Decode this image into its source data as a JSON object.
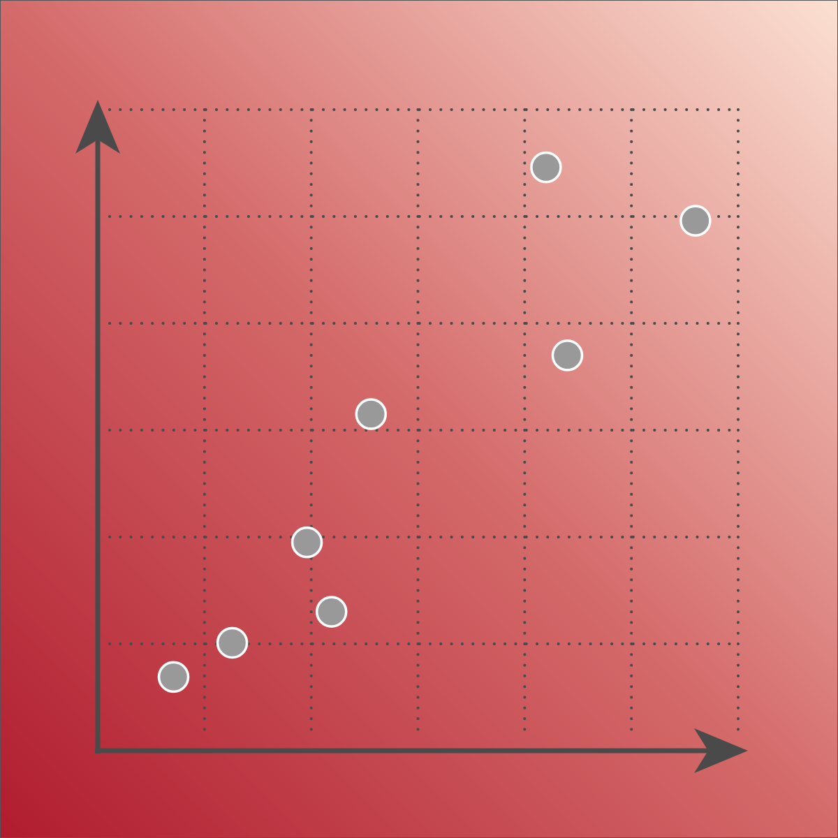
{
  "colors": {
    "background_start": "#b01c2e",
    "background_mid": "#d46a6a",
    "background_end": "#fbe0d2",
    "axis": "#4a4a4a",
    "grid": "#4a4a4a",
    "point_fill": "#999999",
    "point_stroke": "#ffffff",
    "frame": "#555555"
  },
  "chart_data": {
    "type": "scatter",
    "title": "",
    "xlabel": "",
    "ylabel": "",
    "xlim": [
      0,
      6
    ],
    "ylim": [
      0,
      6
    ],
    "grid": true,
    "x_gridlines": [
      1,
      2,
      3,
      4,
      5,
      6
    ],
    "y_gridlines": [
      1,
      2,
      3,
      4,
      5,
      6
    ],
    "tick_labels_shown": false,
    "legend": "none",
    "series": [
      {
        "points": [
          {
            "x": 0.71,
            "y": 0.69
          },
          {
            "x": 1.26,
            "y": 1.01
          },
          {
            "x": 2.19,
            "y": 1.3
          },
          {
            "x": 1.96,
            "y": 1.95
          },
          {
            "x": 2.56,
            "y": 3.15
          },
          {
            "x": 4.4,
            "y": 3.7
          },
          {
            "x": 5.6,
            "y": 4.96
          },
          {
            "x": 4.2,
            "y": 5.46
          }
        ]
      }
    ]
  }
}
